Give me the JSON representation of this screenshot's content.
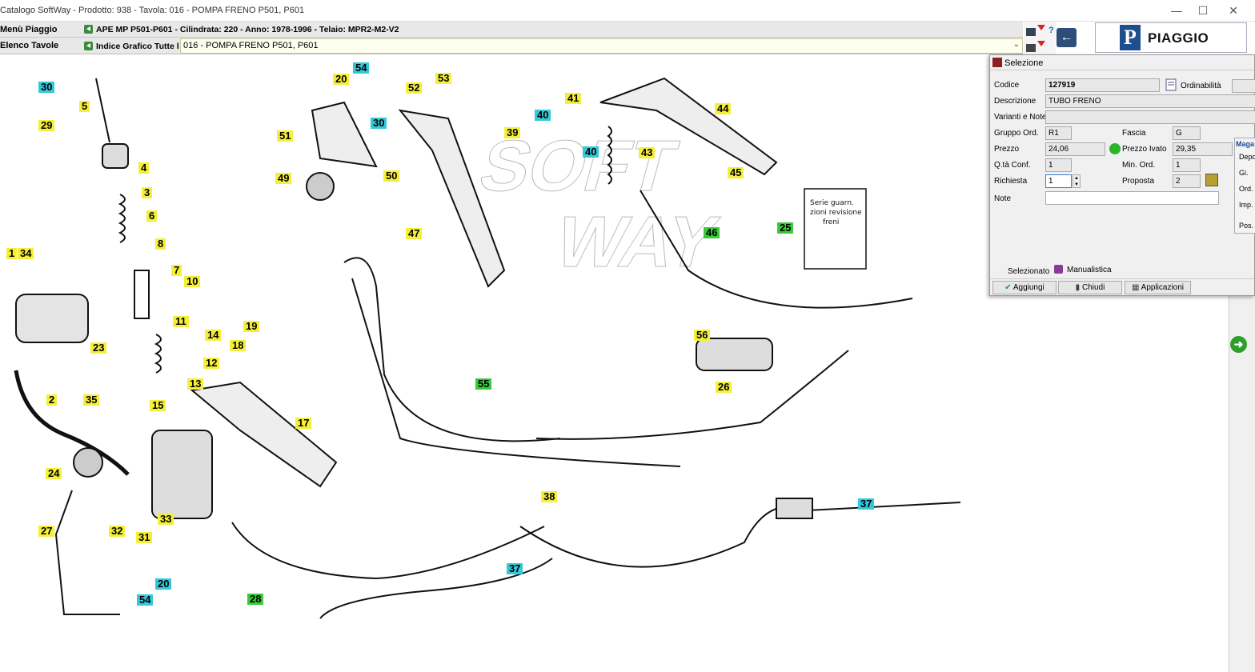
{
  "window": {
    "title": "Catalogo SoftWay - Prodotto: 938 - Tavola: 016 - POMPA FRENO P501, P601",
    "minimize": "—",
    "maximize": "☐",
    "close": "✕"
  },
  "nav": {
    "menu_label": "Menù Piaggio",
    "elenco_label": "Elenco Tavole",
    "crumb1": "APE MP P501-P601 - Cilindrata:  220 - Anno: 1978-1996 - Telaio: MPR2-M2-V2",
    "crumb2": "Indice Grafico Tutte le",
    "table_combo": "016 - POMPA FRENO P501, P601",
    "back": "←",
    "logo_text": "PIAGGIO",
    "logo_letter": "P"
  },
  "panel": {
    "title": "Selezione",
    "fields": {
      "codice_label": "Codice",
      "codice_value": "127919",
      "ordinabilita_label": "Ordinabilità",
      "descrizione_label": "Descrizione",
      "descrizione_value": "TUBO FRENO",
      "varianti_label": "Varianti e Note",
      "varianti_value": "",
      "gruppo_label": "Gruppo Ord.",
      "gruppo_value": "R1",
      "fascia_label": "Fascia",
      "fascia_value": "G",
      "prezzo_label": "Prezzo",
      "prezzo_value": "24,06",
      "prezzo_ivato_label": "Prezzo Ivato",
      "prezzo_ivato_value": "29,35",
      "qta_label": "Q.tà Conf.",
      "qta_value": "1",
      "min_ord_label": "Min. Ord.",
      "min_ord_value": "1",
      "richiesta_label": "Richiesta",
      "richiesta_value": "1",
      "proposta_label": "Proposta",
      "proposta_value": "2",
      "note_label": "Note",
      "note_value": ""
    },
    "magazzino": {
      "title": "Maga",
      "depo": "Depo",
      "gi": "Gi.",
      "ord": "Ord.",
      "imp": "Imp.",
      "pos": "Pos."
    },
    "tabs": {
      "selezionato": "Selezionato",
      "manualistica": "Manualistica"
    },
    "buttons": {
      "aggiungi": "Aggiungi",
      "chiudi": "Chiudi",
      "applicazioni": "Applicazioni"
    }
  },
  "drawing": {
    "note_text": [
      "Serie guarn.",
      "zioni revisione",
      "freni"
    ],
    "callouts": [
      {
        "n": "30",
        "c": "c"
      },
      {
        "n": "29",
        "c": "y"
      },
      {
        "n": "5",
        "c": "y"
      },
      {
        "n": "4",
        "c": "y"
      },
      {
        "n": "3",
        "c": "y"
      },
      {
        "n": "6",
        "c": "y"
      },
      {
        "n": "8",
        "c": "y"
      },
      {
        "n": "7",
        "c": "y"
      },
      {
        "n": "10",
        "c": "y"
      },
      {
        "n": "1",
        "c": "y"
      },
      {
        "n": "34",
        "c": "y"
      },
      {
        "n": "11",
        "c": "y"
      },
      {
        "n": "14",
        "c": "y"
      },
      {
        "n": "19",
        "c": "y"
      },
      {
        "n": "18",
        "c": "y"
      },
      {
        "n": "12",
        "c": "y"
      },
      {
        "n": "23",
        "c": "y"
      },
      {
        "n": "2",
        "c": "y"
      },
      {
        "n": "35",
        "c": "y"
      },
      {
        "n": "13",
        "c": "y"
      },
      {
        "n": "15",
        "c": "y"
      },
      {
        "n": "17",
        "c": "y"
      },
      {
        "n": "24",
        "c": "y"
      },
      {
        "n": "27",
        "c": "y"
      },
      {
        "n": "32",
        "c": "y"
      },
      {
        "n": "31",
        "c": "y"
      },
      {
        "n": "33",
        "c": "y"
      },
      {
        "n": "20",
        "c": "c"
      },
      {
        "n": "54",
        "c": "c"
      },
      {
        "n": "28",
        "c": "g"
      },
      {
        "n": "20",
        "c": "y"
      },
      {
        "n": "54",
        "c": "c"
      },
      {
        "n": "52",
        "c": "y"
      },
      {
        "n": "53",
        "c": "y"
      },
      {
        "n": "51",
        "c": "y"
      },
      {
        "n": "30",
        "c": "c"
      },
      {
        "n": "50",
        "c": "y"
      },
      {
        "n": "49",
        "c": "y"
      },
      {
        "n": "47",
        "c": "y"
      },
      {
        "n": "41",
        "c": "y"
      },
      {
        "n": "40",
        "c": "c"
      },
      {
        "n": "39",
        "c": "y"
      },
      {
        "n": "40",
        "c": "c"
      },
      {
        "n": "43",
        "c": "y"
      },
      {
        "n": "44",
        "c": "y"
      },
      {
        "n": "45",
        "c": "y"
      },
      {
        "n": "46",
        "c": "g"
      },
      {
        "n": "25",
        "c": "g"
      },
      {
        "n": "56",
        "c": "y"
      },
      {
        "n": "26",
        "c": "y"
      },
      {
        "n": "55",
        "c": "g"
      },
      {
        "n": "38",
        "c": "y"
      },
      {
        "n": "37",
        "c": "c"
      },
      {
        "n": "37",
        "c": "c"
      }
    ]
  }
}
